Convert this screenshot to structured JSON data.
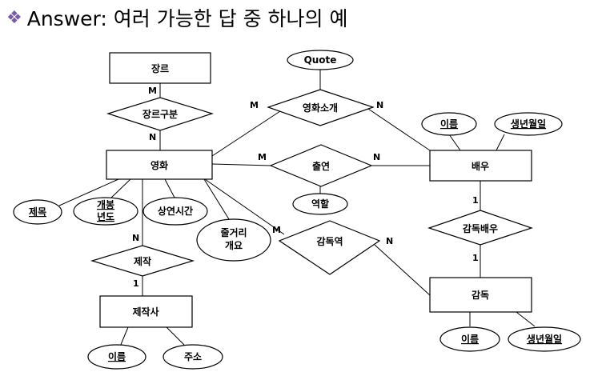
{
  "title": {
    "bullet": "❖",
    "text": "Answer: 여러 가능한 답 중 하나의 예"
  },
  "entities": {
    "genre": "장르",
    "movie": "영화",
    "actor": "배우",
    "director": "감독",
    "producer": "제작사"
  },
  "relationships": {
    "genre_class": "장르구분",
    "movie_intro": "영화소개",
    "appearance": "출연",
    "directed_role": "감독역",
    "director_actor": "감독배우",
    "production": "제작"
  },
  "attributes": {
    "quote": "Quote",
    "role": "역할",
    "movie_title": "제목",
    "release_year_1": "개봉",
    "release_year_2": "년도",
    "runtime": "상연시간",
    "synopsis_1": "줄거리",
    "synopsis_2": "개요",
    "actor_name": "이름",
    "actor_birth": "생년월일",
    "director_name": "이름",
    "director_birth": "생년월일",
    "producer_name": "이름",
    "producer_address": "주소"
  },
  "cardinalities": {
    "genre_m": "M",
    "genre_n": "N",
    "intro_m": "M",
    "intro_n": "N",
    "appear_m": "M",
    "appear_n": "N",
    "directed_m": "M",
    "directed_n": "N",
    "da_top": "1",
    "da_bottom": "1",
    "prod_n": "N",
    "prod_1": "1"
  }
}
